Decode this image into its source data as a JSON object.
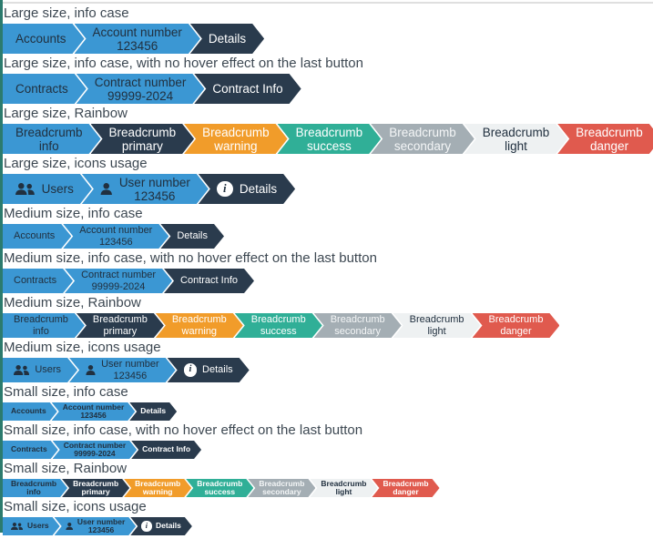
{
  "page": {
    "left_accent_color": "#2c7b6e",
    "top_border_color": "#dfdfdf",
    "background": "#ffffff",
    "label_color": "#3d4852"
  },
  "icons": {
    "info_glyph": "i"
  },
  "variants": {
    "info": {
      "bg": "#3b97d3",
      "fg": "#21303f"
    },
    "primary": {
      "bg": "#2a3b4d",
      "fg": "#ffffff"
    },
    "warning": {
      "bg": "#f19c2a",
      "fg": "#ffffff"
    },
    "success": {
      "bg": "#30af97",
      "fg": "#ffffff"
    },
    "secondary": {
      "bg": "#a4aeb4",
      "fg": "#f4f6f7"
    },
    "light": {
      "bg": "#eef1f2",
      "fg": "#21303f"
    },
    "danger": {
      "bg": "#e05a4e",
      "fg": "#ffffff"
    }
  },
  "sections": [
    {
      "id": "large-info",
      "size": "large",
      "label": "Large size, info case",
      "crumbs": [
        {
          "lines": [
            "Accounts"
          ],
          "variant": "info"
        },
        {
          "lines": [
            "Account number",
            "123456"
          ],
          "variant": "info"
        },
        {
          "lines": [
            "Details"
          ],
          "variant": "primary"
        }
      ]
    },
    {
      "id": "large-nohover",
      "size": "large",
      "label": "Large size, info case, with no hover effect on the last button",
      "crumbs": [
        {
          "lines": [
            "Contracts"
          ],
          "variant": "info"
        },
        {
          "lines": [
            "Contract number",
            "99999-2024"
          ],
          "variant": "info"
        },
        {
          "lines": [
            "Contract Info"
          ],
          "variant": "primary"
        }
      ]
    },
    {
      "id": "large-rainbow",
      "size": "large",
      "label": "Large size, Rainbow",
      "crumbs": [
        {
          "lines": [
            "Breadcrumb",
            "info"
          ],
          "variant": "info"
        },
        {
          "lines": [
            "Breadcrumb",
            "primary"
          ],
          "variant": "primary"
        },
        {
          "lines": [
            "Breadcrumb",
            "warning"
          ],
          "variant": "warning"
        },
        {
          "lines": [
            "Breadcrumb",
            "success"
          ],
          "variant": "success"
        },
        {
          "lines": [
            "Breadcrumb",
            "secondary"
          ],
          "variant": "secondary"
        },
        {
          "lines": [
            "Breadcrumb",
            "light"
          ],
          "variant": "light"
        },
        {
          "lines": [
            "Breadcrumb",
            "danger"
          ],
          "variant": "danger"
        }
      ]
    },
    {
      "id": "large-icons",
      "size": "large",
      "label": "Large size, icons usage",
      "crumbs": [
        {
          "lines": [
            "Users"
          ],
          "variant": "info",
          "icon": "users"
        },
        {
          "lines": [
            "User number",
            "123456"
          ],
          "variant": "info",
          "icon": "user"
        },
        {
          "lines": [
            "Details"
          ],
          "variant": "primary",
          "icon": "info"
        }
      ]
    },
    {
      "id": "medium-info",
      "size": "medium",
      "label": "Medium size, info case",
      "crumbs": [
        {
          "lines": [
            "Accounts"
          ],
          "variant": "info"
        },
        {
          "lines": [
            "Account number",
            "123456"
          ],
          "variant": "info"
        },
        {
          "lines": [
            "Details"
          ],
          "variant": "primary"
        }
      ]
    },
    {
      "id": "medium-nohover",
      "size": "medium",
      "label": "Medium size, info case, with no hover effect on the last button",
      "crumbs": [
        {
          "lines": [
            "Contracts"
          ],
          "variant": "info"
        },
        {
          "lines": [
            "Contract number",
            "99999-2024"
          ],
          "variant": "info"
        },
        {
          "lines": [
            "Contract Info"
          ],
          "variant": "primary"
        }
      ]
    },
    {
      "id": "medium-rainbow",
      "size": "medium",
      "label": "Medium size, Rainbow",
      "crumbs": [
        {
          "lines": [
            "Breadcrumb",
            "info"
          ],
          "variant": "info"
        },
        {
          "lines": [
            "Breadcrumb",
            "primary"
          ],
          "variant": "primary"
        },
        {
          "lines": [
            "Breadcrumb",
            "warning"
          ],
          "variant": "warning"
        },
        {
          "lines": [
            "Breadcrumb",
            "success"
          ],
          "variant": "success"
        },
        {
          "lines": [
            "Breadcrumb",
            "secondary"
          ],
          "variant": "secondary"
        },
        {
          "lines": [
            "Breadcrumb",
            "light"
          ],
          "variant": "light"
        },
        {
          "lines": [
            "Breadcrumb",
            "danger"
          ],
          "variant": "danger"
        }
      ]
    },
    {
      "id": "medium-icons",
      "size": "medium",
      "label": "Medium size, icons usage",
      "crumbs": [
        {
          "lines": [
            "Users"
          ],
          "variant": "info",
          "icon": "users"
        },
        {
          "lines": [
            "User number",
            "123456"
          ],
          "variant": "info",
          "icon": "user"
        },
        {
          "lines": [
            "Details"
          ],
          "variant": "primary",
          "icon": "info"
        }
      ]
    },
    {
      "id": "small-info",
      "size": "small",
      "label": "Small size, info case",
      "crumbs": [
        {
          "lines": [
            "Accounts"
          ],
          "variant": "info"
        },
        {
          "lines": [
            "Account number",
            "123456"
          ],
          "variant": "info"
        },
        {
          "lines": [
            "Details"
          ],
          "variant": "primary"
        }
      ]
    },
    {
      "id": "small-nohover",
      "size": "small",
      "label": "Small size, info case, with no hover effect on the last button",
      "crumbs": [
        {
          "lines": [
            "Contracts"
          ],
          "variant": "info"
        },
        {
          "lines": [
            "Contract number",
            "99999-2024"
          ],
          "variant": "info"
        },
        {
          "lines": [
            "Contract Info"
          ],
          "variant": "primary"
        }
      ]
    },
    {
      "id": "small-rainbow",
      "size": "small",
      "label": "Small size, Rainbow",
      "crumbs": [
        {
          "lines": [
            "Breadcrumb",
            "info"
          ],
          "variant": "info"
        },
        {
          "lines": [
            "Breadcrumb",
            "primary"
          ],
          "variant": "primary"
        },
        {
          "lines": [
            "Breadcrumb",
            "warning"
          ],
          "variant": "warning"
        },
        {
          "lines": [
            "Breadcrumb",
            "success"
          ],
          "variant": "success"
        },
        {
          "lines": [
            "Breadcrumb",
            "secondary"
          ],
          "variant": "secondary"
        },
        {
          "lines": [
            "Breadcrumb",
            "light"
          ],
          "variant": "light"
        },
        {
          "lines": [
            "Breadcrumb",
            "danger"
          ],
          "variant": "danger"
        }
      ]
    },
    {
      "id": "small-icons",
      "size": "small",
      "label": "Small size, icons usage",
      "crumbs": [
        {
          "lines": [
            "Users"
          ],
          "variant": "info",
          "icon": "users"
        },
        {
          "lines": [
            "User number",
            "123456"
          ],
          "variant": "info",
          "icon": "user"
        },
        {
          "lines": [
            "Details"
          ],
          "variant": "primary",
          "icon": "info"
        }
      ]
    }
  ]
}
